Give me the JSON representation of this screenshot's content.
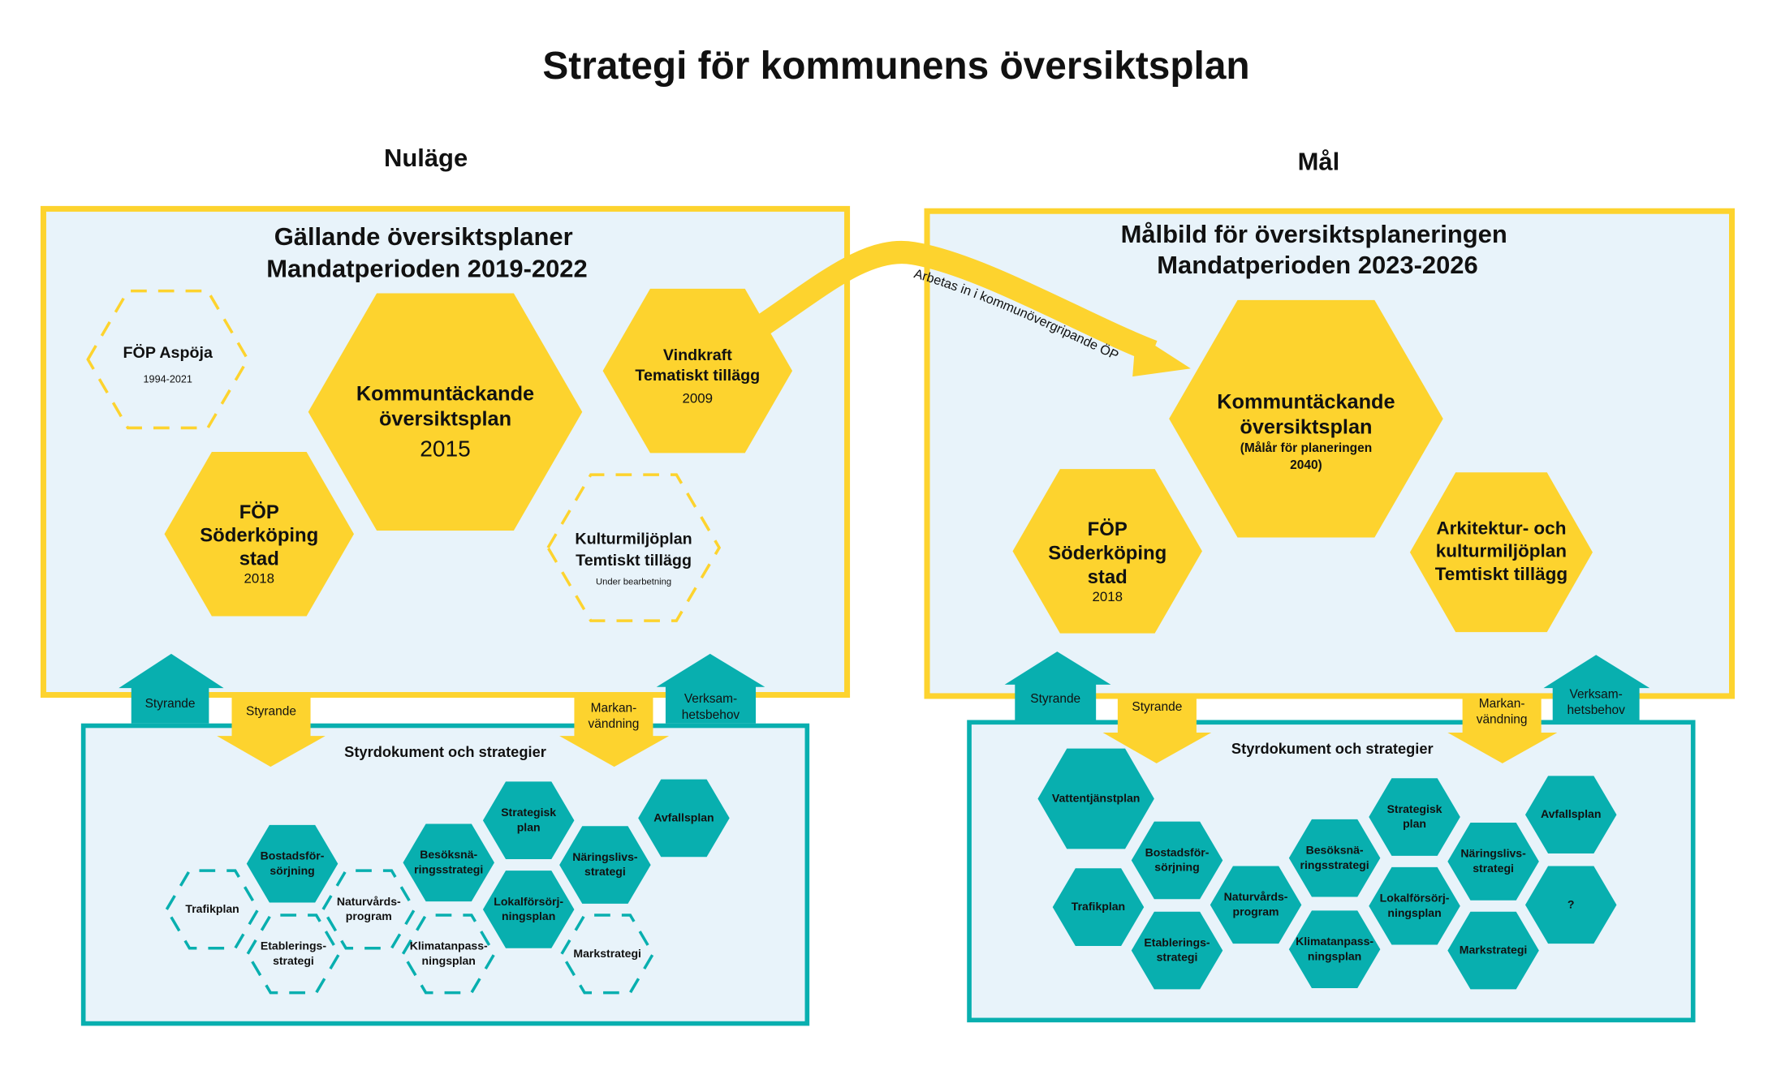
{
  "title": "Strategi för kommunens översiktsplan",
  "colors": {
    "yellow": "#FDD32E",
    "teal": "#08AFAF",
    "panel": "#E8F3FA"
  },
  "left": {
    "heading": "Nuläge",
    "box_title": [
      "Gällande översiktsplaner",
      "Mandatperioden 2019-2022"
    ],
    "plans": [
      {
        "lines": [
          "FÖP Aspöja"
        ],
        "sub": [
          "1994-2021"
        ],
        "status": "dashed"
      },
      {
        "lines": [
          "Kommuntäckande",
          "översiktsplan"
        ],
        "sub": [
          "2015"
        ],
        "status": "solid"
      },
      {
        "lines": [
          "Vindkraft",
          "Tematiskt tillägg"
        ],
        "sub": [
          "2009"
        ],
        "status": "solid"
      },
      {
        "lines": [
          "FÖP",
          "Söderköping",
          "stad"
        ],
        "sub": [
          "2018"
        ],
        "status": "solid"
      },
      {
        "lines": [
          "Kulturmiljöplan",
          "Temtiskt tillägg"
        ],
        "sub": [
          "Under bearbetning"
        ],
        "status": "dashed"
      }
    ],
    "arrows": {
      "up1": [
        "Styrande"
      ],
      "down1": [
        "Styrande"
      ],
      "down2": [
        "Markan-",
        "vändning"
      ],
      "up2": [
        "Verksam-",
        "hetsbehov"
      ]
    },
    "docs_title": "Styrdokument och strategier",
    "docs": [
      {
        "lines": [
          "Bostadsför-",
          "sörjning"
        ],
        "status": "solid"
      },
      {
        "lines": [
          "Trafikplan"
        ],
        "status": "dashed"
      },
      {
        "lines": [
          "Etablerings-",
          "strategi"
        ],
        "status": "dashed"
      },
      {
        "lines": [
          "Naturvårds-",
          "program"
        ],
        "status": "dashed"
      },
      {
        "lines": [
          "Besöksnä-",
          "ringsstrategi"
        ],
        "status": "solid"
      },
      {
        "lines": [
          "Strategisk",
          "plan"
        ],
        "status": "solid"
      },
      {
        "lines": [
          "Lokalförsörj-",
          "ningsplan"
        ],
        "status": "solid"
      },
      {
        "lines": [
          "Klimatanpass-",
          "ningsplan"
        ],
        "status": "dashed"
      },
      {
        "lines": [
          "Näringslivs-",
          "strategi"
        ],
        "status": "solid"
      },
      {
        "lines": [
          "Avfallsplan"
        ],
        "status": "solid"
      },
      {
        "lines": [
          "Markstrategi"
        ],
        "status": "dashed"
      }
    ]
  },
  "connector_label": "Arbetas in i kommunövergripande ÖP",
  "right": {
    "heading": "Mål",
    "box_title": [
      "Målbild för översiktsplaneringen",
      "Mandatperioden 2023-2026"
    ],
    "plans": [
      {
        "lines": [
          "Kommuntäckande",
          "översiktsplan"
        ],
        "sub": [
          "(Målår för planeringen",
          "2040)"
        ],
        "status": "solid"
      },
      {
        "lines": [
          "FÖP",
          "Söderköping",
          "stad"
        ],
        "sub": [
          "2018"
        ],
        "status": "solid"
      },
      {
        "lines": [
          "Arkitektur- och",
          "kulturmiljöplan",
          "Temtiskt tillägg"
        ],
        "sub": [],
        "status": "solid"
      }
    ],
    "arrows": {
      "up1": [
        "Styrande"
      ],
      "down1": [
        "Styrande"
      ],
      "down2": [
        "Markan-",
        "vändning"
      ],
      "up2": [
        "Verksam-",
        "hetsbehov"
      ]
    },
    "docs_title": "Styrdokument och strategier",
    "docs": [
      {
        "lines": [
          "Vattentjänstplan"
        ],
        "status": "solid"
      },
      {
        "lines": [
          "Trafikplan"
        ],
        "status": "solid"
      },
      {
        "lines": [
          "Bostadsför-",
          "sörjning"
        ],
        "status": "solid"
      },
      {
        "lines": [
          "Etablerings-",
          "strategi"
        ],
        "status": "solid"
      },
      {
        "lines": [
          "Naturvårds-",
          "program"
        ],
        "status": "solid"
      },
      {
        "lines": [
          "Besöksnä-",
          "ringsstrategi"
        ],
        "status": "solid"
      },
      {
        "lines": [
          "Klimatanpass-",
          "ningsplan"
        ],
        "status": "solid"
      },
      {
        "lines": [
          "Strategisk",
          "plan"
        ],
        "status": "solid"
      },
      {
        "lines": [
          "Lokalförsörj-",
          "ningsplan"
        ],
        "status": "solid"
      },
      {
        "lines": [
          "Näringslivs-",
          "strategi"
        ],
        "status": "solid"
      },
      {
        "lines": [
          "Markstrategi"
        ],
        "status": "solid"
      },
      {
        "lines": [
          "Avfallsplan"
        ],
        "status": "solid"
      },
      {
        "lines": [
          "?"
        ],
        "status": "solid"
      }
    ]
  }
}
